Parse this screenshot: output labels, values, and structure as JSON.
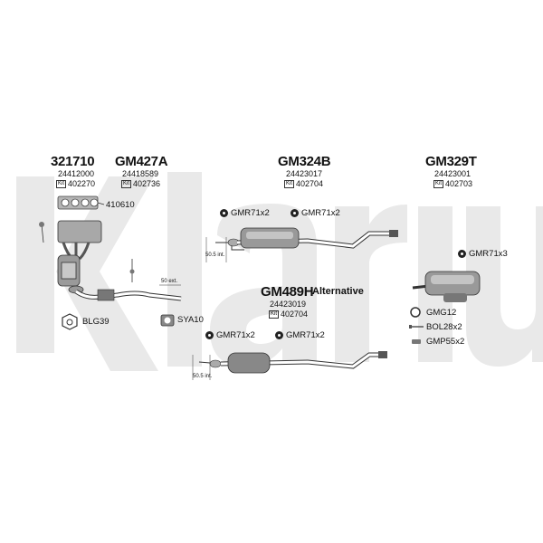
{
  "watermark": "Klarius",
  "groups": [
    {
      "code": "321710",
      "oem": "24412000",
      "kit_tag": "Kit",
      "kit": "402270"
    },
    {
      "code": "GM427A",
      "oem": "24418589",
      "kit_tag": "Kit",
      "kit": "402736"
    },
    {
      "code": "GM324B",
      "oem": "24423017",
      "kit_tag": "Kit",
      "kit": "402704"
    },
    {
      "code": "GM329T",
      "oem": "24423001",
      "kit_tag": "Kit",
      "kit": "402703"
    },
    {
      "code": "GM489H",
      "oem": "24423019",
      "kit_tag": "Kit",
      "kit": "402704",
      "note": "Alternative"
    }
  ],
  "parts": {
    "gasket": "410610",
    "blg": "BLG39",
    "sya": "SYA10",
    "gmr_a": "GMR71x2",
    "gmr_b": "GMR71x2",
    "gmr_c": "GMR71x2",
    "gmr_d": "GMR71x2",
    "gmr_rear": "GMR71x3",
    "gmg": "GMG12",
    "bol": "BOL28x2",
    "gmp": "GMP55x2"
  },
  "dims": {
    "ext": "50 ext.",
    "int_a": "50.5 int.",
    "int_b": "50.5 int."
  },
  "colors": {
    "watermark": "#e6e6e6",
    "part": "#8a8a8a",
    "line": "#333333"
  }
}
